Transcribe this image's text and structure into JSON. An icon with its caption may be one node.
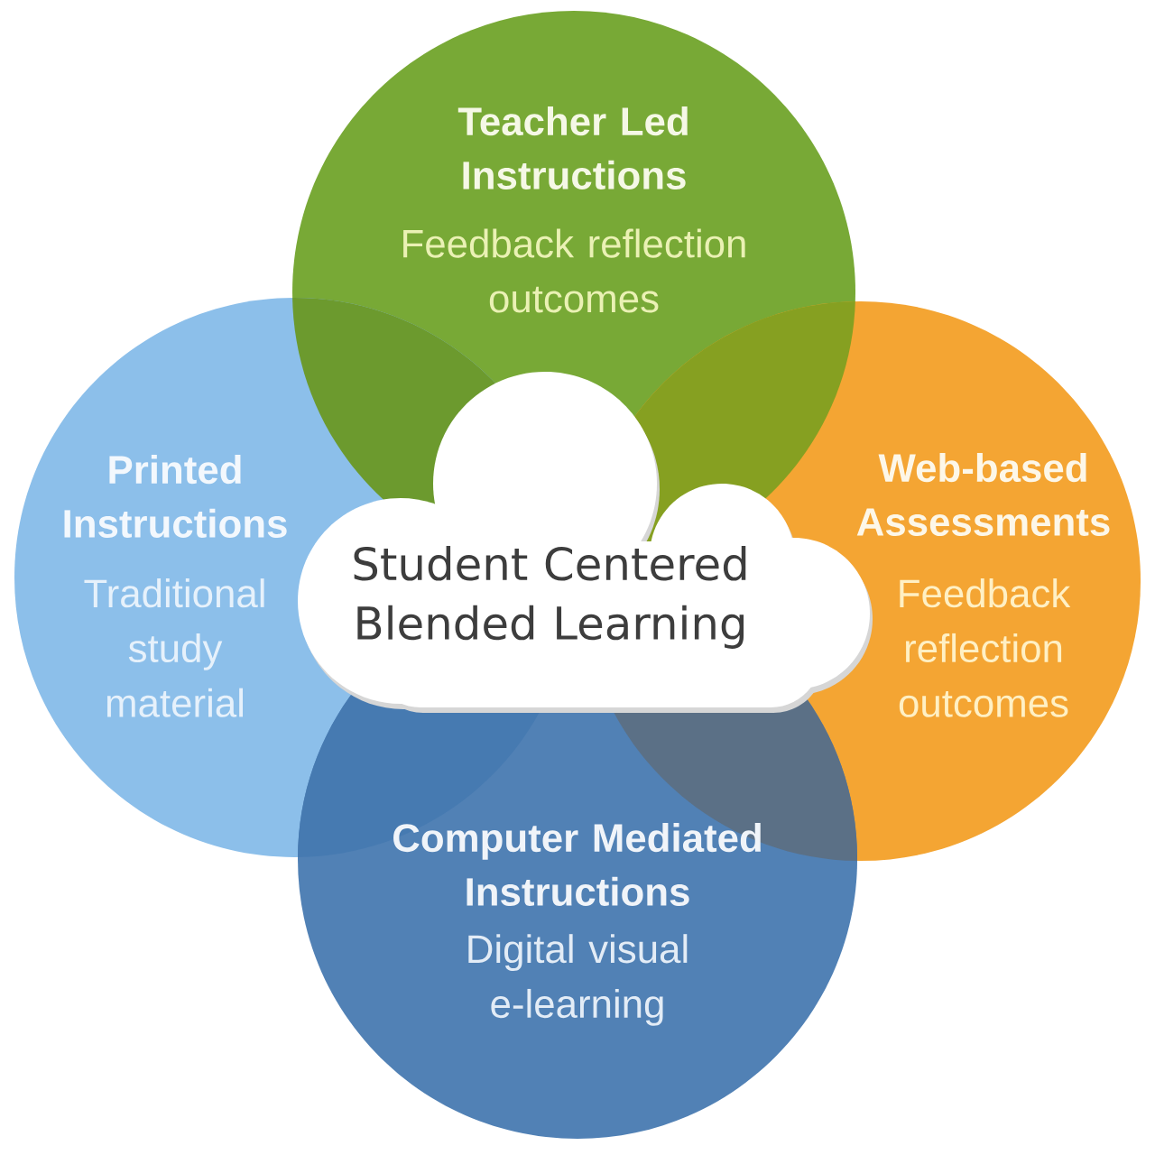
{
  "diagram": {
    "nodes": [
      {
        "text": [
          "Teacher Led Instructions",
          "Feedback reflection outcomes"
        ]
      },
      {
        "text": [
          "Printed Instructions",
          "Traditional study material"
        ]
      },
      {
        "text": [
          "Student Centered Blended Learning"
        ]
      },
      {
        "text": [
          "Web-based Assessments",
          "Feedback reflection outcomes"
        ]
      },
      {
        "text": [
          "Computer Mediated Instructions",
          "Digital visual e-learning"
        ]
      }
    ]
  }
}
